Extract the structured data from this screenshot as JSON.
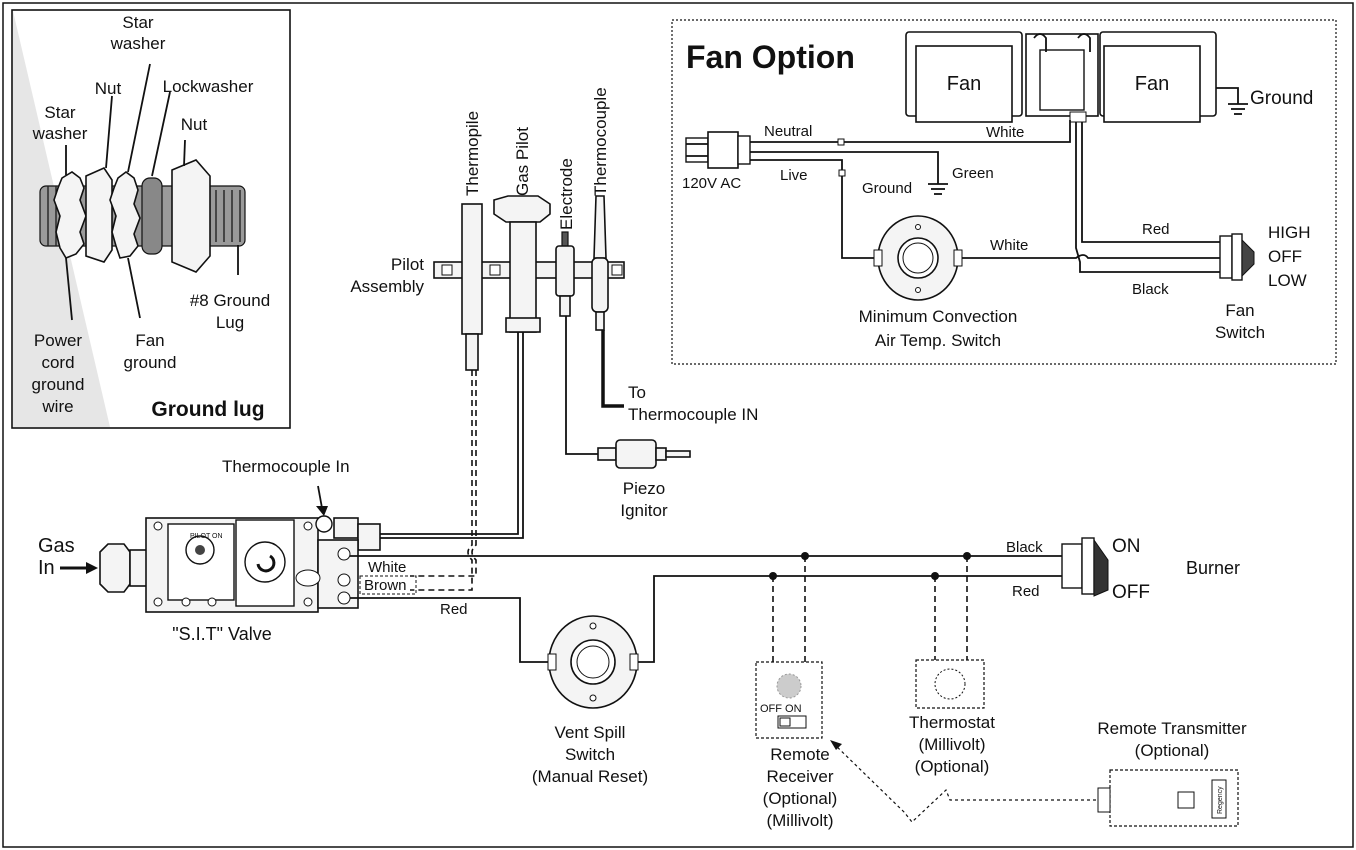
{
  "ground_lug": {
    "star_washer_top": [
      "Star",
      "washer"
    ],
    "nut_left": "Nut",
    "lockwasher": "Lockwasher",
    "star_washer_left": [
      "Star",
      "washer"
    ],
    "nut_right": "Nut",
    "ground_lug_label": [
      "#8 Ground",
      "Lug"
    ],
    "power_cord": [
      "Power",
      "cord",
      "ground",
      "wire"
    ],
    "fan_ground": [
      "Fan",
      "ground"
    ],
    "title": "Ground lug"
  },
  "pilot": {
    "thermopile": "Thermopile",
    "gas_pilot": "Gas Pilot",
    "electrode": "Electrode",
    "thermocouple": "Thermocouple",
    "assembly": [
      "Pilot",
      "Assembly"
    ],
    "to_thermocouple": [
      "To",
      "Thermocouple IN"
    ],
    "piezo": [
      "Piezo",
      "Ignitor"
    ]
  },
  "fan_option": {
    "title": "Fan Option",
    "fan_left": "Fan",
    "fan_right": "Fan",
    "ground": "Ground",
    "neutral": "Neutral",
    "white_top": "White",
    "voltage": "120V  AC",
    "live": "Live",
    "ground_small": "Ground",
    "green": "Green",
    "white_mid": "White",
    "red": "Red",
    "black": "Black",
    "switch_positions": [
      "HIGH",
      "OFF",
      "LOW"
    ],
    "fan_switch": [
      "Fan",
      "Switch"
    ],
    "min_conv": [
      "Minimum Convection",
      "Air Temp. Switch"
    ]
  },
  "valve": {
    "thermocouple_in": "Thermocouple In",
    "gas_in": [
      "Gas",
      "In"
    ],
    "white": "White",
    "brown": "Brown",
    "red": "Red",
    "name": "\"S.I.T\" Valve"
  },
  "burner": {
    "black": "Black",
    "red": "Red",
    "on": "ON",
    "off": "OFF",
    "name": "Burner"
  },
  "vent_spill": [
    "Vent Spill",
    "Switch",
    "(Manual Reset)"
  ],
  "receiver": {
    "off_on": "OFF  ON",
    "name": [
      "Remote",
      "Receiver",
      "(Optional)",
      "(Millivolt)"
    ]
  },
  "thermostat": [
    "Thermostat",
    "(Millivolt)",
    "(Optional)"
  ],
  "transmitter": {
    "name": [
      "Remote Transmitter",
      "(Optional)"
    ],
    "brand": "Regency"
  }
}
